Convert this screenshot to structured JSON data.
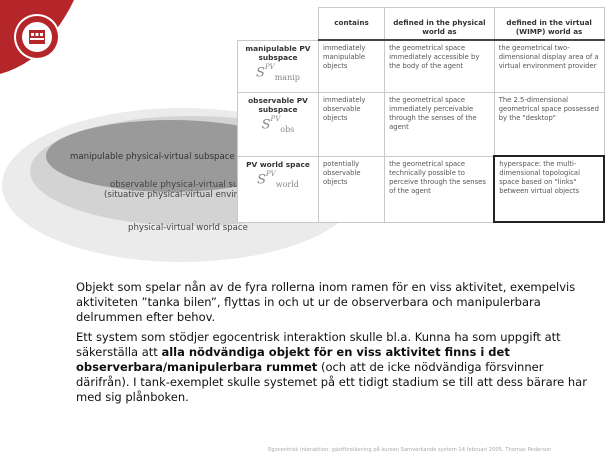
{
  "table": {
    "headers": [
      "contains",
      "defined in the physical world as",
      "defined in the virtual (WIMP) world as"
    ],
    "rows": [
      {
        "name": "manipulable PV subspace",
        "symbol_base": "S",
        "symbol_sup": "PV",
        "symbol_sub": "manip",
        "contains": "immediately manipulable objects",
        "physical": "the geometrical space immediately accessible by the body of the agent",
        "virtual": "the geometrical two-dimensional display area of a virtual environment provider"
      },
      {
        "name": "observable PV subspace",
        "symbol_base": "S",
        "symbol_sup": "PV",
        "symbol_sub": "obs",
        "contains": "immediately observable objects",
        "physical": "the geometrical space immediately perceivable through the senses of the agent",
        "virtual": "The 2.5-dimensional geometrical space possessed by the \"desktop\""
      },
      {
        "name": "PV world space",
        "symbol_base": "S",
        "symbol_sup": "PV",
        "symbol_sub": "world",
        "contains": "potentially observable objects",
        "physical": "the geometrical space technically possible to perceive through the senses of the agent",
        "virtual": "hyperspace: the multi-dimensional topological space based on \"links\" between virtual objects"
      }
    ]
  },
  "ellipses": {
    "manipulable": "manipulable physical-virtual subspace",
    "observable_1": "observable physical-virtual subspa",
    "observable_2": "(situative physical-virtual environm",
    "world": "physical-virtual world space"
  },
  "body": {
    "p1": "Objekt som spelar nån av de fyra rollerna inom ramen för en viss aktivitet, exempelvis aktiviteten ”tanka bilen”, flyttas in och ut ur de observerbara och manipulerbara delrummen efter behov.",
    "p2_a": "Ett system som stödjer egocentrisk interaktion skulle bl.a. Kunna ha som uppgift att säkerställa att ",
    "p2_bold": "alla nödvändiga objekt för en viss aktivitet finns i det observerbara/manipulerbara rummet",
    "p2_b": " (och att de icke nödvändiga försvinner därifrån). I tank-exemplet skulle systemet på ett tidigt stadium se till att dess bärare har med sig plånboken."
  },
  "footer": "Egocentrisk interaktion: gästföreläsning på kursen Samverkande system 14 februari 2005, Thomas Pederson",
  "colors": {
    "logo_red": "#b5262b",
    "highlight_border": "#222222"
  },
  "icons": {
    "logo": "university-seal-icon"
  }
}
